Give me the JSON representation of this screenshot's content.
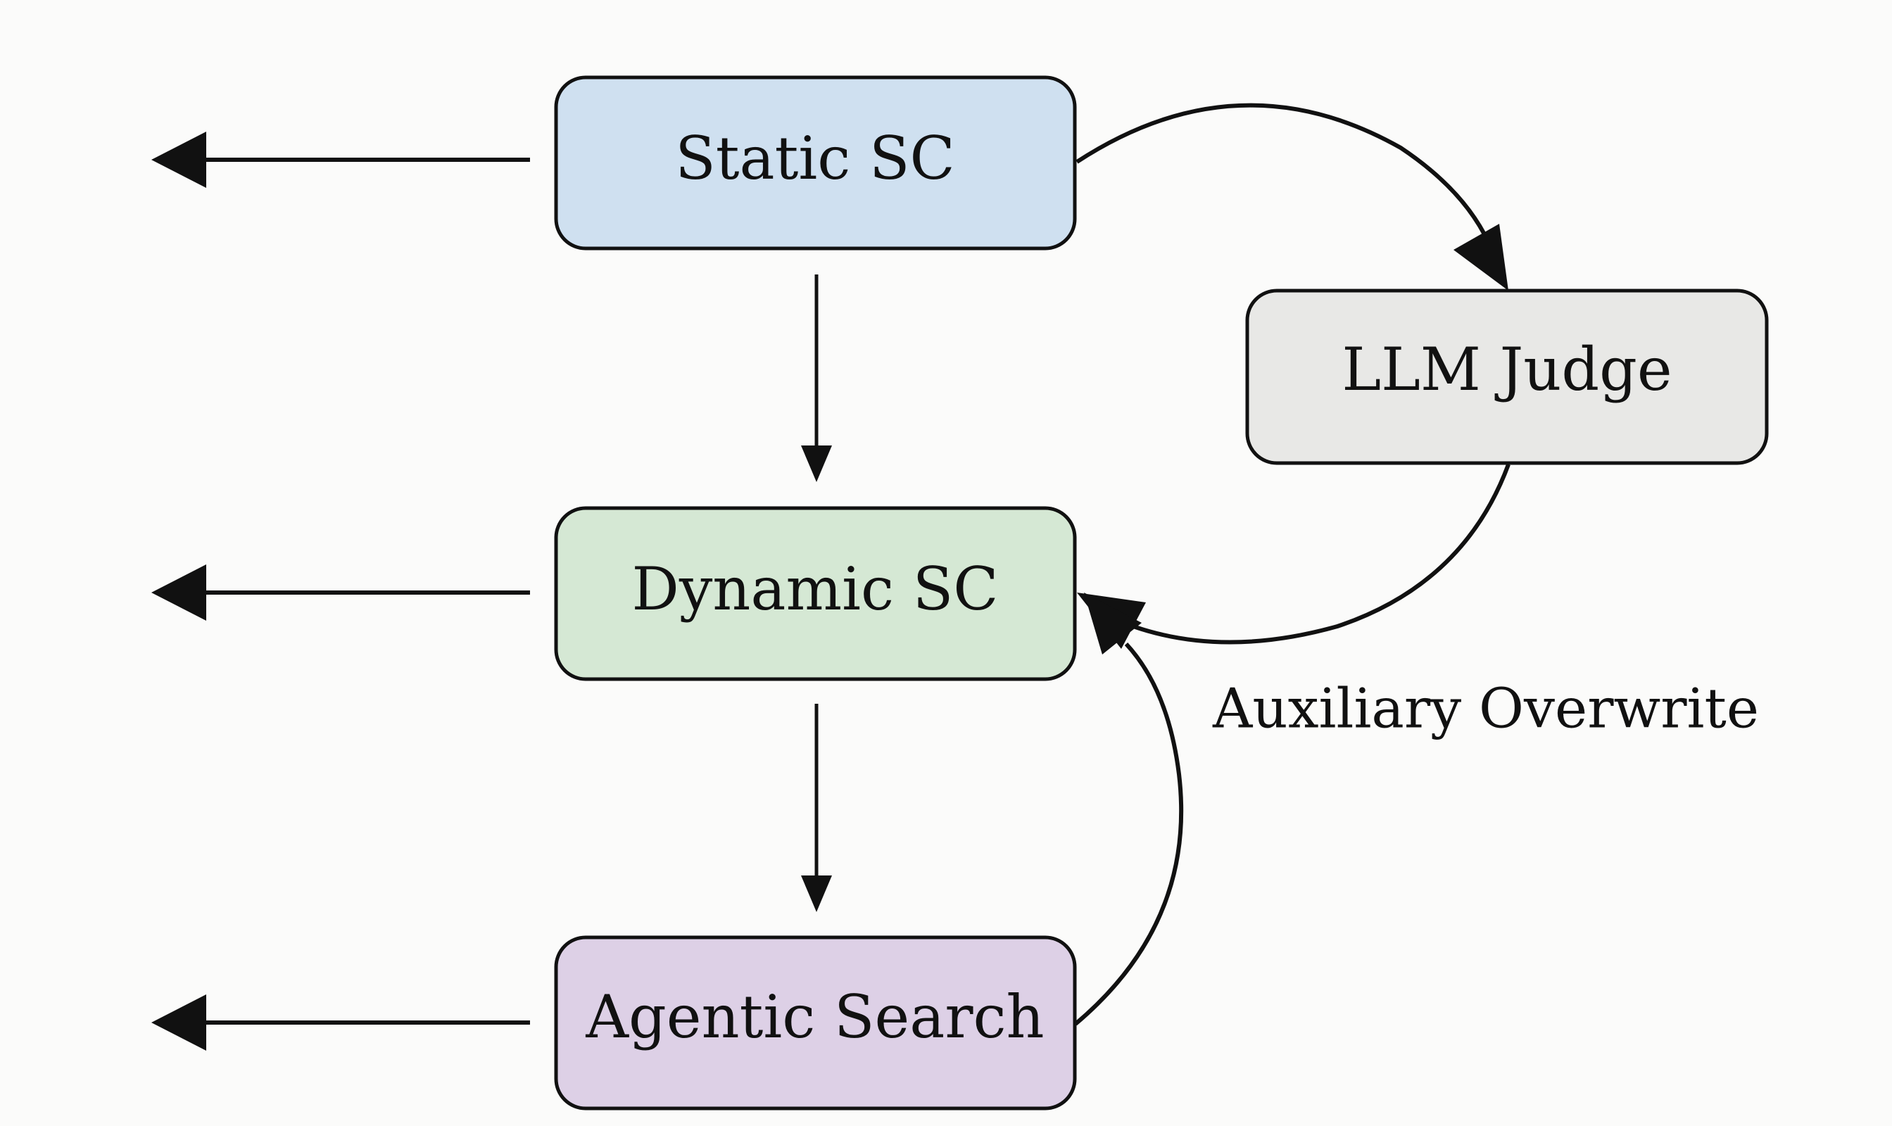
{
  "diagram": {
    "nodes": {
      "static_sc": {
        "label": "Static SC",
        "fill": "#cfe0f0"
      },
      "dynamic_sc": {
        "label": "Dynamic SC",
        "fill": "#d5e8d4"
      },
      "agentic_search": {
        "label": "Agentic Search",
        "fill": "#ddd0e6"
      },
      "llm_judge": {
        "label": "LLM Judge",
        "fill": "#e8e8e6"
      }
    },
    "edge_label": "Auxiliary Overwrite",
    "colors": {
      "stroke": "#111111",
      "background": "#fbfbfa"
    }
  }
}
